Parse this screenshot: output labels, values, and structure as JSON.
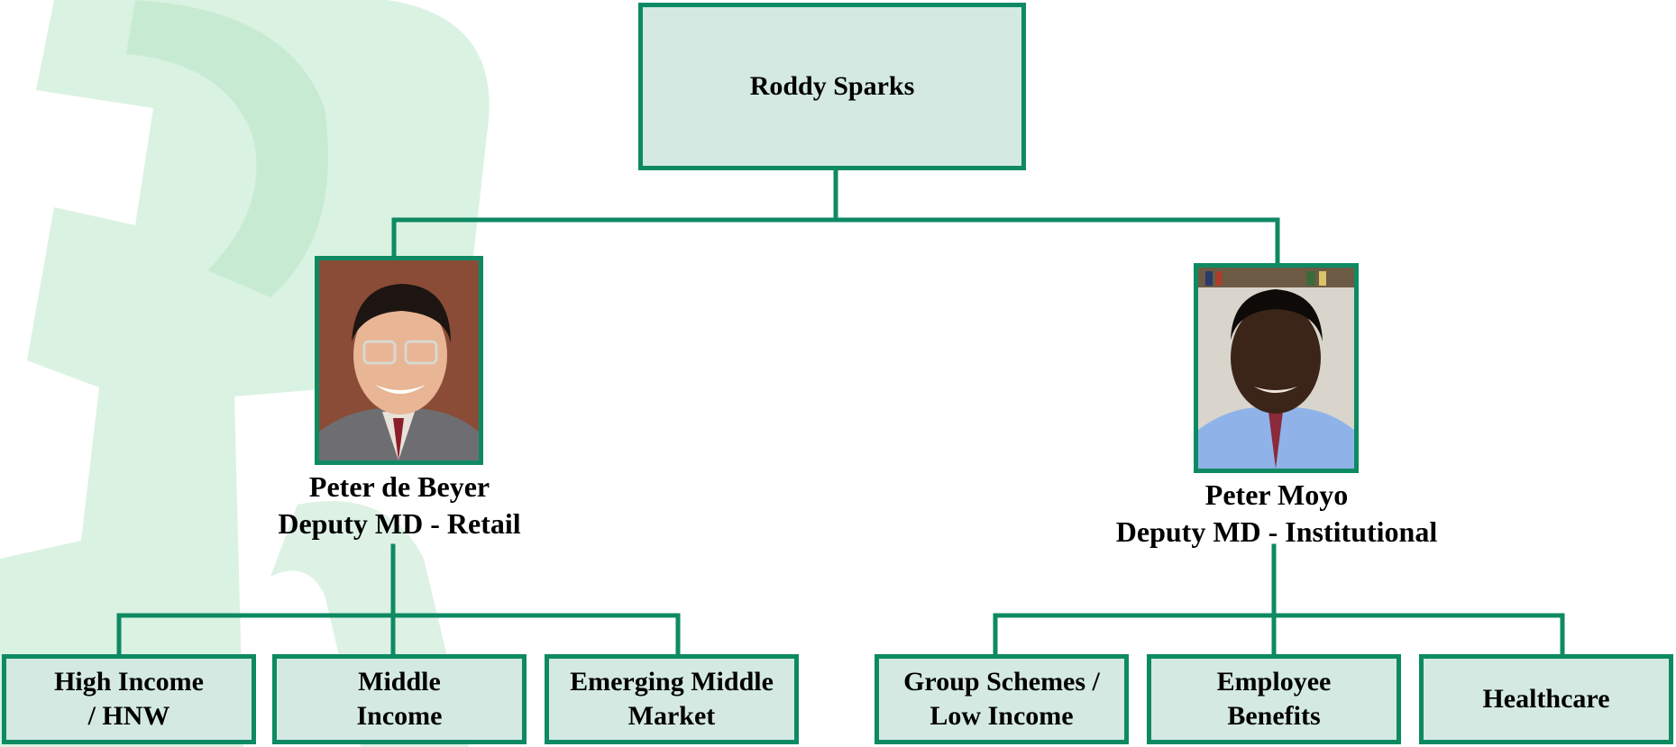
{
  "colors": {
    "accent": "#0e8a63",
    "box_fill": "#d4e9e2",
    "watermark": "#c9ecd6"
  },
  "top": {
    "name": "Roddy Sparks"
  },
  "left_head": {
    "name": "Peter de Beyer",
    "role": "Deputy MD - Retail",
    "photo_icon": "portrait-photo"
  },
  "right_head": {
    "name": "Peter Moyo",
    "role": "Deputy MD - Institutional",
    "photo_icon": "portrait-photo"
  },
  "left_units": [
    {
      "line1": "High Income",
      "line2": "/ HNW"
    },
    {
      "line1": "Middle",
      "line2": "Income"
    },
    {
      "line1": "Emerging Middle",
      "line2": "Market"
    }
  ],
  "right_units": [
    {
      "line1": "Group Schemes /",
      "line2": "Low Income"
    },
    {
      "line1": "Employee",
      "line2": "Benefits"
    },
    {
      "line1": "Healthcare",
      "line2": ""
    }
  ]
}
